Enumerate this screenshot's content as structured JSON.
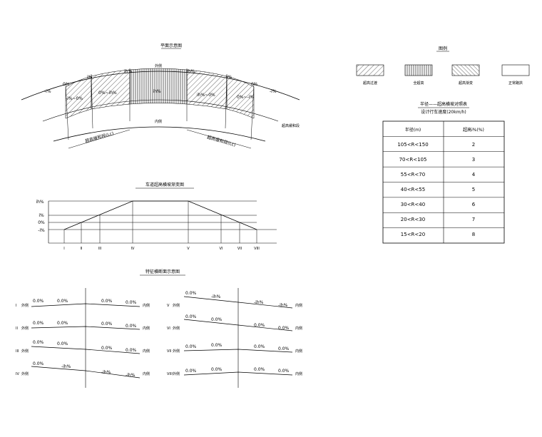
{
  "plan": {
    "title": "平面示意图",
    "left_labels": [
      "-i%",
      "0%",
      "i%"
    ],
    "right_labels": [
      "ih%",
      "i%",
      "0%",
      "-i%"
    ],
    "seg_left_label": "-i%~0%",
    "seg_left2_label": "0%~ih%",
    "center_top_label": "外侧",
    "center_mid_label": "ih%",
    "right_seg_label": "ih%~0%",
    "right_seg2_label": "0%~-i%",
    "inner_label": "内侧",
    "tangent_label": "超高缓和段",
    "dim_left": "超高缓和段(Lc)",
    "dim_right": "超高缓和段(Lc)"
  },
  "legend": {
    "title": "图例",
    "items": [
      {
        "label": "超高过渡",
        "pattern": "diag"
      },
      {
        "label": "全超高",
        "pattern": "vert"
      },
      {
        "label": "超高渐变",
        "pattern": "diag2"
      },
      {
        "label": "正常路拱",
        "pattern": "none"
      }
    ]
  },
  "table": {
    "title": "半径——超高横坡对照表",
    "subtitle": "设计行车速度(20km/h)",
    "headers": [
      "半径(m)",
      "超高i%(%)"
    ],
    "rows": [
      [
        "105<R<150",
        "2"
      ],
      [
        "70<R<105",
        "3"
      ],
      [
        "55<R<70",
        "4"
      ],
      [
        "40<R<55",
        "5"
      ],
      [
        "30<R<40",
        "6"
      ],
      [
        "20<R<30",
        "7"
      ],
      [
        "15<R<20",
        "8"
      ]
    ]
  },
  "profile": {
    "title": "车道超高横坡渐变图",
    "y_labels": [
      "ih%",
      "i%",
      "0%",
      "-i%"
    ],
    "x_labels": [
      "I",
      "II",
      "III",
      "IV",
      "V",
      "VI",
      "VII",
      "VIII"
    ]
  },
  "sections": {
    "title": "特征横断面示意图",
    "left_col": [
      {
        "id": "I",
        "outer": "外侧",
        "inner": "内侧",
        "a": "0.0%",
        "b": "0.0%",
        "c": "0.0%",
        "d": "0.0%"
      },
      {
        "id": "II",
        "outer": "外侧",
        "inner": "内侧",
        "a": "0.0%",
        "b": "0.0%",
        "c": "0.0%",
        "d": "0.0%"
      },
      {
        "id": "III",
        "outer": "外侧",
        "inner": "内侧",
        "a": "0.0%",
        "b": "0.0%",
        "c": "0.0%",
        "d": "0.0%"
      },
      {
        "id": "IV",
        "outer": "外侧",
        "inner": "内侧",
        "a": "0.0%",
        "b": "-ih%",
        "c": "-ih%",
        "d": "-ih%"
      }
    ],
    "right_col": [
      {
        "id": "V",
        "outer": "外侧",
        "inner": "内侧",
        "a": "0.0%",
        "b": "-ih%",
        "c": "-ih%",
        "d": "-ih%"
      },
      {
        "id": "VI",
        "outer": "外侧",
        "inner": "内侧",
        "a": "0.0%",
        "b": "0.0%",
        "c": "0.0%",
        "d": "0.0%"
      },
      {
        "id": "VII",
        "outer": "外侧",
        "inner": "内侧",
        "a": "0.0%",
        "b": "0.0%",
        "c": "0.0%",
        "d": "0.0%"
      },
      {
        "id": "VIII",
        "outer": "外侧",
        "inner": "内侧",
        "a": "0.0%",
        "b": "0.0%",
        "c": "0.0%",
        "d": "0.0%"
      }
    ]
  }
}
